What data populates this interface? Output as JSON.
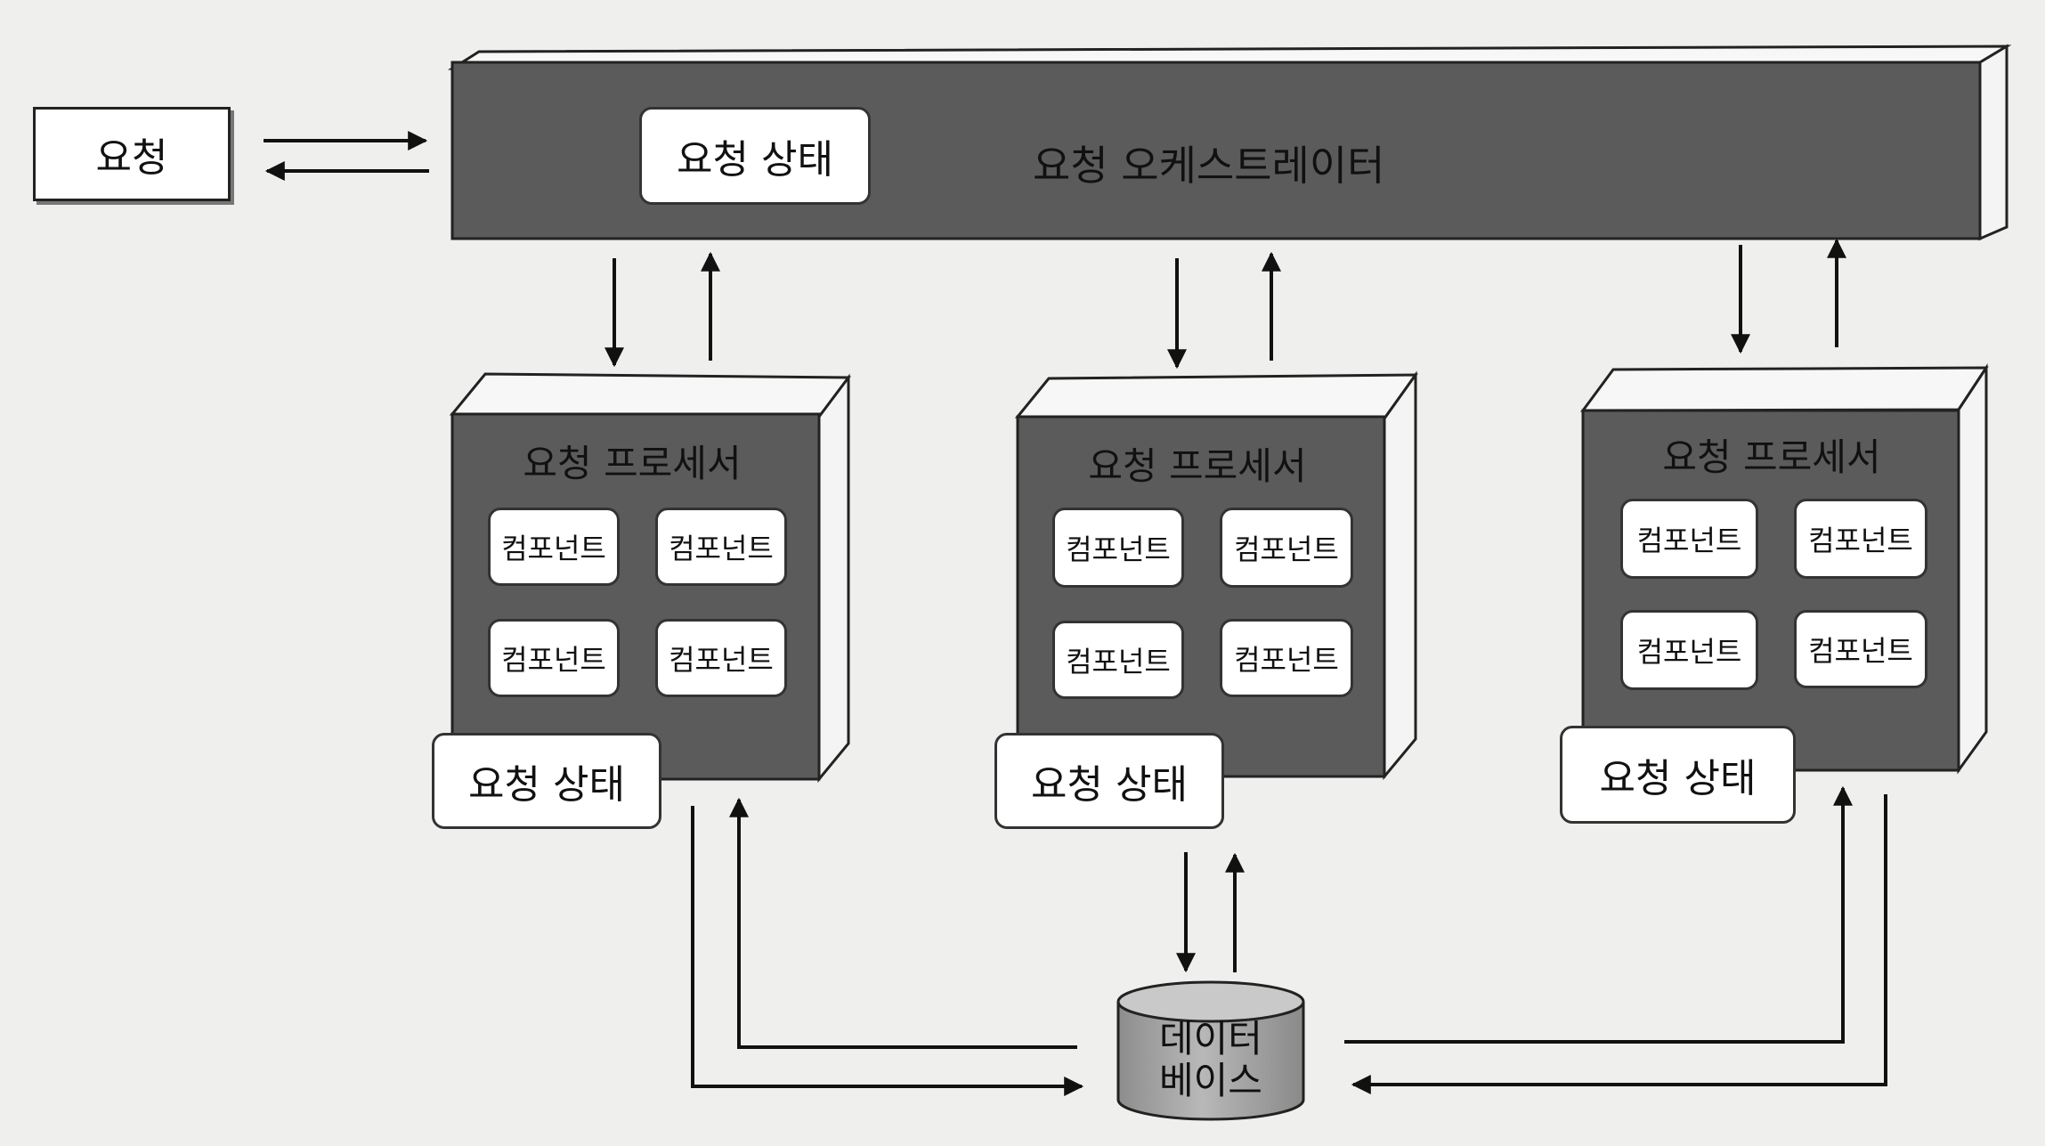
{
  "request": {
    "label": "요청"
  },
  "orchestrator": {
    "label": "요청 오케스트레이터",
    "state_label": "요청 상태"
  },
  "processors": [
    {
      "title": "요청 프로세서",
      "components": [
        "컴포넌트",
        "컴포넌트",
        "컴포넌트",
        "컴포넌트"
      ],
      "state_label": "요청 상태"
    },
    {
      "title": "요청 프로세서",
      "components": [
        "컴포넌트",
        "컴포넌트",
        "컴포넌트",
        "컴포넌트"
      ],
      "state_label": "요청 상태"
    },
    {
      "title": "요청 프로세서",
      "components": [
        "컴포넌트",
        "컴포넌트",
        "컴포넌트",
        "컴포넌트"
      ],
      "state_label": "요청 상태"
    }
  ],
  "database": {
    "line1": "데이터",
    "line2": "베이스"
  },
  "colors": {
    "block_dark": "#5b5b5b",
    "block_side": "#f4f4f4",
    "block_top": "#f7f7f7",
    "db_fill": "#a9a9a9",
    "arrow": "#111111"
  }
}
